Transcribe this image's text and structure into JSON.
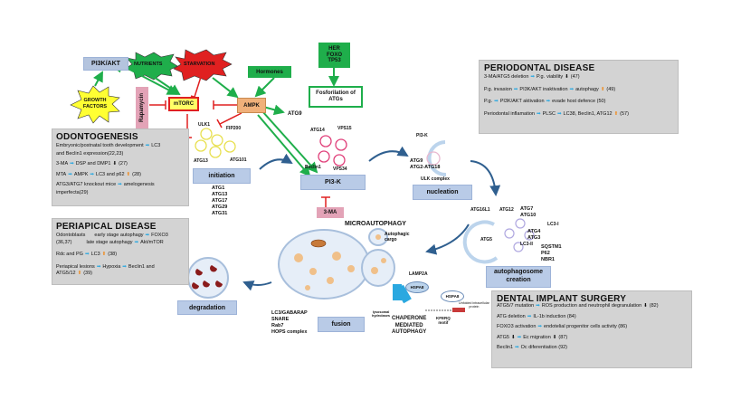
{
  "top": {
    "pi3k_akt": "PI3K/AKT",
    "nutrients": "NUTRIENTS",
    "starvation": "STARVATION",
    "hormones": "Hormones",
    "growth_factors": [
      "GROWTH",
      "FACTORS"
    ],
    "mtorc": "mTORC",
    "ampk": "AMPK",
    "rapamycin": "Rapamycin",
    "ulk1": "ULK1",
    "fip200": "FIP200",
    "atg13": "ATG13",
    "atg101": "ATG101",
    "atg9": "ATG9",
    "tf_box": [
      "HER",
      "FOXO",
      "TP53"
    ],
    "fosforilation": [
      "Fosforilation of",
      "ATGs"
    ]
  },
  "initiation": {
    "label": "initiation",
    "genes": [
      "ATG1",
      "ATG13",
      "ATG17",
      "ATG29",
      "ATG31"
    ]
  },
  "pi3k_complex": {
    "atg14": "ATG14",
    "vps15": "VPS15",
    "beclin1": "Beclin1",
    "vps34": "VPS34",
    "label": "PI3-K",
    "inhibitor": "3-MA"
  },
  "nucleation": {
    "pi3k": "PI3-K",
    "atg9": "ATG9",
    "atg2": "ATG2-ATG18",
    "ulk": "ULK complex",
    "label": "nucleation"
  },
  "autophagosome": {
    "atg16l1": "ATG16L1",
    "atg12": "ATG12",
    "atg5": "ATG5",
    "atg7": "ATG7",
    "atg10": "ATG10",
    "atg4": "ATG4",
    "atg3": "ATG3",
    "lc3i": "LC3-I",
    "lc3ii": "LC3-II",
    "sqstm1": "SQSTM1",
    "p62": "P62",
    "nbr1": "NBR1",
    "label": [
      "autophagosome",
      "creation"
    ]
  },
  "center": {
    "microautophagy": "MICROAUTOPHAGY",
    "autophagic_cargo": [
      "Autophagic",
      "cargo"
    ],
    "lamp2a": "LAMP2A",
    "hspa8": "HSPA8",
    "hspa8b": "HSPA8",
    "unfolded": [
      "Unfolded intracellular",
      "protein"
    ],
    "kferq": [
      "KFERQ",
      "motif"
    ],
    "lysosomal": [
      "lysosomal",
      "hydrolases"
    ],
    "cma": [
      "CHAPERONE",
      "MEDIATED",
      "AUTOPHAGY"
    ],
    "fusion": "fusion",
    "fusion_genes": [
      "LC3/GABARAP",
      "SNARE",
      "Rab7",
      "HOPS complex"
    ],
    "degradation": "degradation"
  },
  "panels": {
    "odontogenesis": {
      "title": "ODONTOGENESIS",
      "rows": [
        {
          "a": "Embryonic/postnatal tooth development",
          "b": "LC3",
          "c": ""
        },
        {
          "a": "and Beclin1 expression(22,23)",
          "b": "",
          "c": ""
        },
        {
          "a": "3-MA",
          "b": "DSP and DMP1",
          "c": "(27)"
        },
        {
          "a": "MTA",
          "b": "AMPK",
          "c": "LC3 and p62",
          "d": "(28)"
        },
        {
          "a": "ATG3/ATG7 knockout mice",
          "b": "amelogenesis",
          "c": ""
        },
        {
          "a": "imperfecta(29)",
          "b": "",
          "c": ""
        }
      ]
    },
    "periodontal": {
      "title": "PERIODONTAL DISEASE",
      "rows": [
        {
          "a": "3-MA/ATG5 deletion",
          "b": "P.g.",
          "c": "viability",
          "d": "(47)"
        },
        {
          "a": "P.g. invasion",
          "b": "PI3K/AKT inaktivation",
          "c": "autophagy",
          "d": "(49)"
        },
        {
          "a": "P.g.",
          "b": "PI3K/AKT aktivation",
          "c": "evade host defence (50)"
        },
        {
          "a": "Periodontal inflamation",
          "b": "PLSC",
          "c": "LC38, Beclin1, ATG12",
          "d": "(57)"
        }
      ]
    },
    "periapical": {
      "title": "PERIAPICAL DISEASE",
      "rows": [
        {
          "a": "Odontoblasts",
          "b": "early stage autophagy",
          "c": "FOXO3"
        },
        {
          "a": "(36,37)",
          "b": "late stage autophagy",
          "c": "Akt/mTOR"
        },
        {
          "a": "Rdc and PG",
          "b": "LC3",
          "c": "(38)"
        },
        {
          "a": "Periapical lesions",
          "b": "Hypoxia",
          "c": "Beclin1 and"
        },
        {
          "a": "ATG5/12",
          "b": "(39)",
          "c": ""
        }
      ]
    },
    "implant": {
      "title": "DENTAL IMPLANT SURGERY",
      "rows": [
        {
          "a": "ATG5/7 mutation",
          "b": "ROS production and neutrophil degranulation",
          "c": "(82)"
        },
        {
          "a": "ATG deletion",
          "b": "IL-1b induction (84)",
          "c": ""
        },
        {
          "a": "FOXO3 activation",
          "b": "endotelial progenitor cells activity (86)",
          "c": ""
        },
        {
          "a": "ATG5",
          "b": "Ec migration",
          "c": "(87)"
        },
        {
          "a": "Beclin1",
          "b": "Oc diferentiation  (92)",
          "c": ""
        }
      ]
    }
  },
  "colors": {
    "arrow_blue": "#2aa8e0",
    "arrow_dark": "#2f5f8f",
    "green": "#1fae4b",
    "red": "#e02020",
    "yellow": "#ffff33",
    "panel": "#d3d3d3",
    "box_blue": "#b9cbe7",
    "up_orange": "#f08a1c"
  }
}
